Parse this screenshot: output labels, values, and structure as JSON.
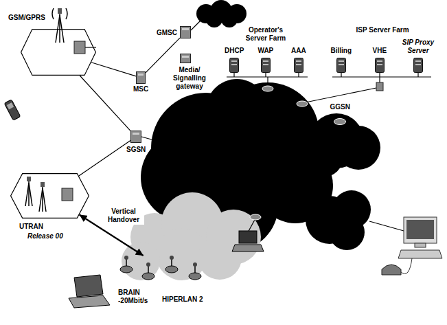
{
  "diagram": {
    "nodes": [
      {
        "text": [
          "GSM/GPRS"
        ]
      },
      {
        "text": [
          "GMSC"
        ]
      },
      {
        "text": [
          "MSC"
        ]
      },
      {
        "text": [
          "Media/ Signalling gateway"
        ]
      },
      {
        "text": [
          "Operator's Server Farm"
        ]
      },
      {
        "text": [
          "DHCP"
        ],
        "in": 4
      },
      {
        "text": [
          "WAP"
        ],
        "in": 4
      },
      {
        "text": [
          "AAA"
        ],
        "in": 4
      },
      {
        "text": [
          "ISP Server Farm"
        ]
      },
      {
        "text": [
          "Billing"
        ],
        "in": 8
      },
      {
        "text": [
          "VHE"
        ],
        "in": 8
      },
      {
        "text": [
          "SIP Proxy Server"
        ],
        "in": 8
      },
      {
        "text": [
          "SGSN"
        ]
      },
      {
        "text": [
          "GGSN"
        ]
      },
      {
        "text": [
          "UTRAN",
          "Release 00"
        ]
      },
      {
        "text": [
          "BRAIN -20Mbit/s",
          "HIPERLAN 2"
        ]
      }
    ],
    "edges": [
      {
        "from": 0,
        "to": 2,
        "arrow": "none"
      },
      {
        "from": 2,
        "to": 1,
        "arrow": "none"
      },
      {
        "from": 0,
        "to": 12,
        "arrow": "none"
      },
      {
        "from": 14,
        "to": 12,
        "arrow": "none"
      },
      {
        "from": 14,
        "to": 15,
        "label": "Vertical Handover",
        "arrow": "both"
      }
    ]
  }
}
